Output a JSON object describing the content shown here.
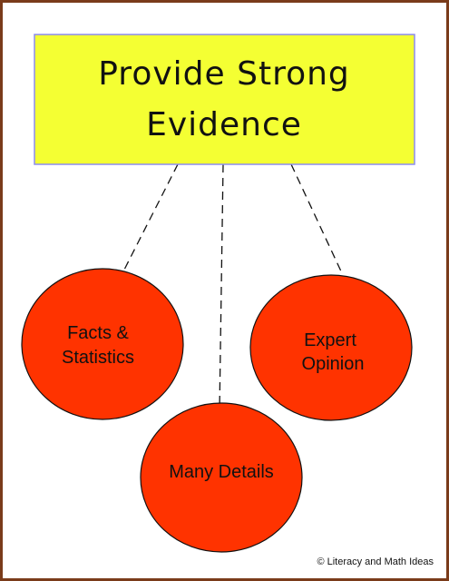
{
  "title": {
    "line1": "Provide Strong",
    "line2": "Evidence",
    "fill_color": "#f4ff33",
    "border_color": "#8c8cf0"
  },
  "nodes": {
    "facts": {
      "line1": "Facts &",
      "line2": "Statistics"
    },
    "details": {
      "line1": "Many Details"
    },
    "expert": {
      "line1": "Expert",
      "line2": "Opinion"
    }
  },
  "circle_color": "#ff3300",
  "frame_color": "#7a3b1a",
  "copyright": "© Literacy and Math Ideas"
}
